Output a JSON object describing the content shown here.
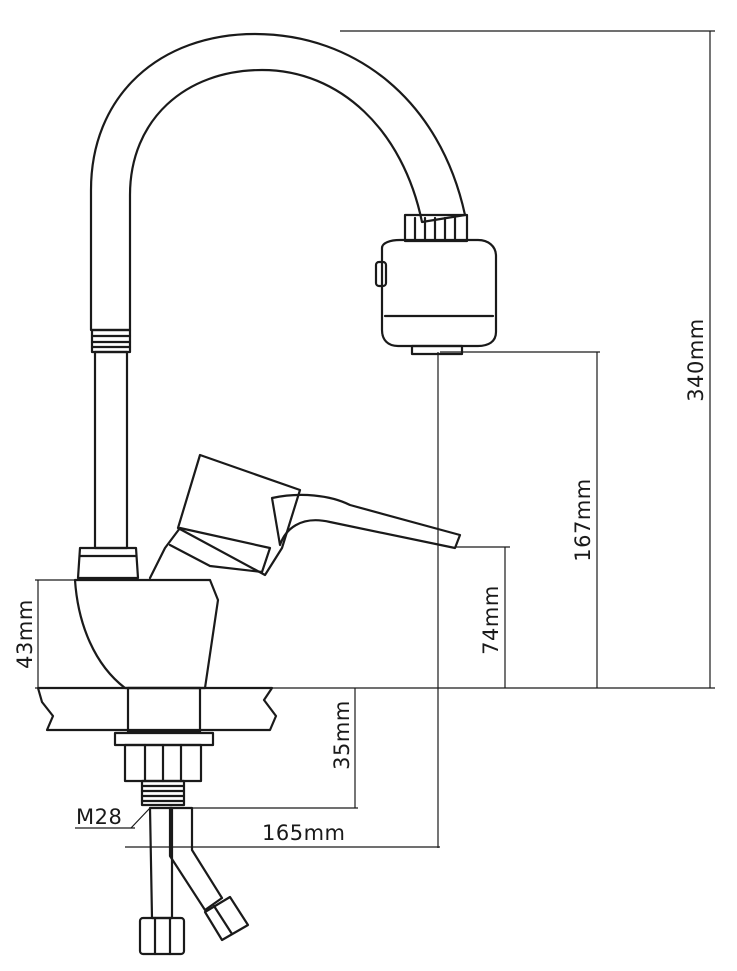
{
  "dimensions": {
    "total_height": "340mm",
    "spout_height": "167mm",
    "lever_height": "74mm",
    "body_height": "43mm",
    "mount_depth": "35mm",
    "thread": "M28",
    "reach": "165mm"
  }
}
